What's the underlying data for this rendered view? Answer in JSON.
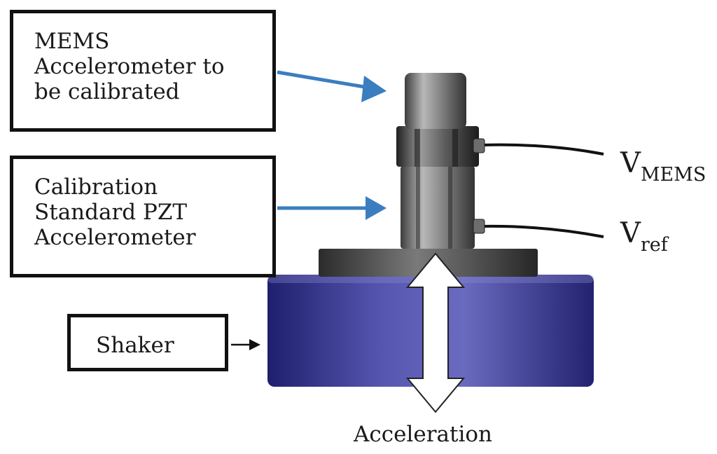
{
  "boxes": {
    "mems": [
      "MEMS",
      "Accelerometer to",
      "be calibrated"
    ],
    "pzt": [
      "Calibration",
      "Standard PZT",
      "Accelerometer"
    ],
    "shaker": "Shaker"
  },
  "signals": {
    "mems": {
      "main": "V",
      "sub": "MEMS"
    },
    "ref": {
      "main": "V",
      "sub": "ref"
    }
  },
  "motion_label": "Acceleration",
  "colors": {
    "shaker_body": "#3c3c9a",
    "arrow_blue": "#3a7ec0",
    "box_border": "#111111",
    "metal": "#8a8a8a"
  }
}
